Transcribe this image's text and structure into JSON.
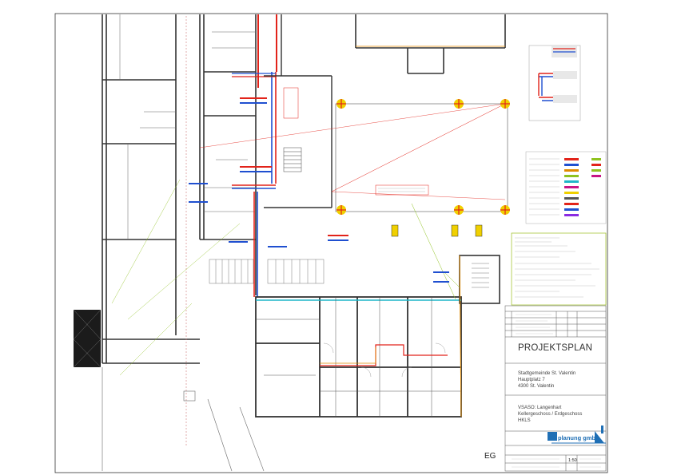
{
  "title_block": {
    "title": "PROJEKTSPLAN",
    "client_line1": "Stadtgemeinde St. Valentin",
    "client_line2": "Hauptplatz 7",
    "client_line3": "4300 St. Valentin",
    "project_line1": "VSASO: Langenhart",
    "project_line2": "Kellergeschoss / Erdgeschoss",
    "project_line3": "HKLS",
    "company": "planung gmbh",
    "scale": "1:50"
  },
  "floor_label": "EG",
  "colors": {
    "red": "#e2231a",
    "blue": "#1f4fd0",
    "green": "#8fc21f",
    "cyan": "#1fb5c8",
    "yellow": "#f0d000",
    "brand": "#1f6fb5"
  }
}
